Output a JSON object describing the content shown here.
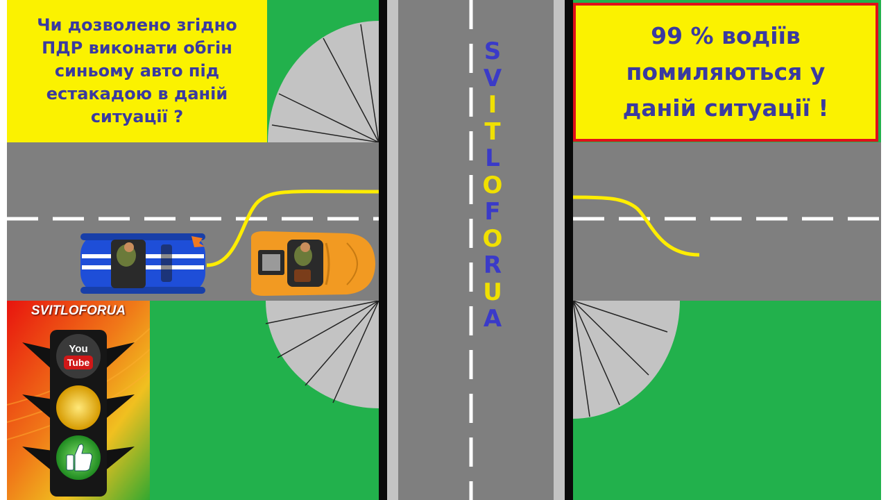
{
  "question_box": {
    "text": "Чи дозволено згідно\nПДР виконати обгін\nсиньому авто під\nестакадою в даній\nситуації ?"
  },
  "warning_box": {
    "text": "99 % водіїв\nпомиляються у\nданій ситуації !"
  },
  "watermark": {
    "letters": [
      "S",
      "V",
      "I",
      "T",
      "L",
      "O",
      "F",
      "O",
      "R",
      "U",
      "A"
    ],
    "colors": [
      "#3a3ac8",
      "#3a3ac8",
      "#f0e000",
      "#f0e000",
      "#3a3ac8",
      "#f0e000",
      "#3a3ac8",
      "#f0e000",
      "#3a3ac8",
      "#f0e000",
      "#3a3ac8"
    ]
  },
  "logo": {
    "title": "SVITLOFORUA",
    "youtube_you": "You",
    "youtube_tube": "Tube"
  },
  "colors": {
    "grass": "#22b14c",
    "road": "#7f7f7f",
    "sidewalk": "#c3c3c3",
    "path": "#ffed00",
    "box": "#fbf200",
    "box_text": "#3a3aa0",
    "warn_border": "#e0101a"
  },
  "icons": [
    "traffic-light-icon",
    "youtube-icon",
    "thumbs-up-icon",
    "blue-car",
    "orange-car",
    "overtake-path"
  ]
}
